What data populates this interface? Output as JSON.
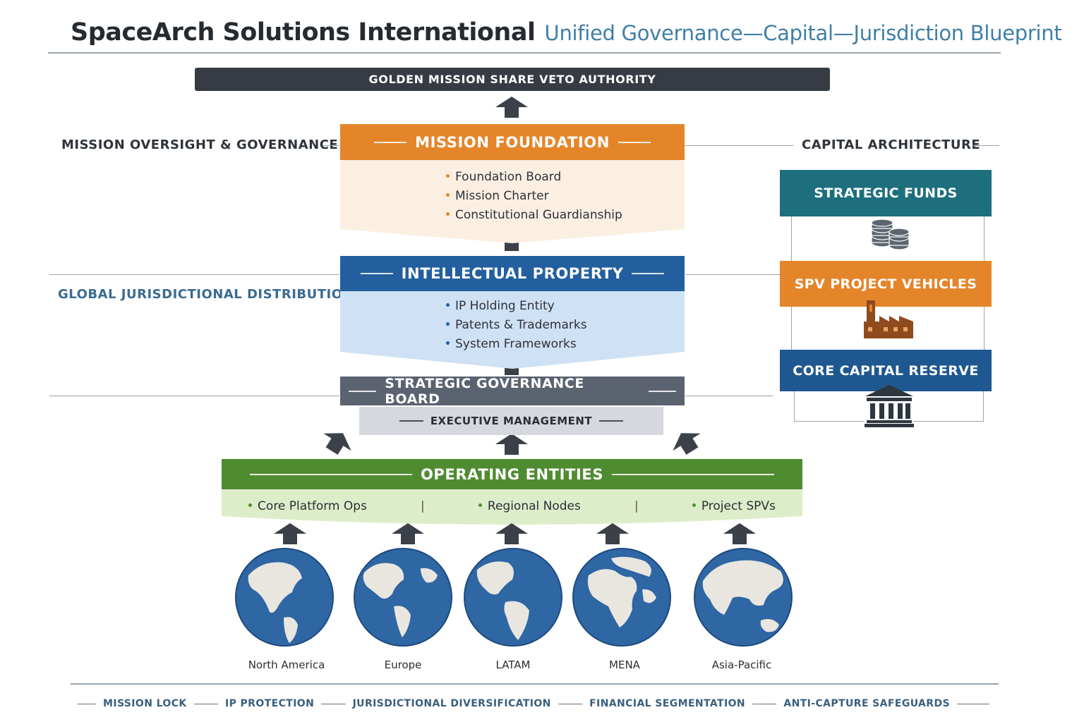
{
  "header": {
    "title": "SpaceArch Solutions International",
    "subtitle": "Unified Governance—Capital—Jurisdiction Blueprint"
  },
  "golden_share": {
    "label": "GOLDEN MISSION SHARE VETO AUTHORITY"
  },
  "side_labels": {
    "mission_oversight": "MISSION OVERSIGHT & GOVERNANCE",
    "global_distribution": "GLOBAL JURISDICTIONAL DISTRIBUTION",
    "capital_architecture": "CAPITAL ARCHITECTURE"
  },
  "mission_foundation": {
    "title": "MISSION FOUNDATION",
    "items": [
      "Foundation Board",
      "Mission Charter",
      "Constitutional Guardianship"
    ]
  },
  "intellectual_property": {
    "title": "INTELLECTUAL PROPERTY",
    "items": [
      "IP Holding Entity",
      "Patents & Trademarks",
      "System Frameworks"
    ]
  },
  "governance_board": {
    "title": "STRATEGIC GOVERNANCE BOARD"
  },
  "executive_management": {
    "title": "EXECUTIVE MANAGEMENT"
  },
  "operating_entities": {
    "title": "OPERATING ENTITIES",
    "items": [
      "Core Platform Ops",
      "Regional Nodes",
      "Project SPVs"
    ],
    "separator": "|"
  },
  "capital": {
    "strategic_funds": "STRATEGIC FUNDS",
    "spv_vehicles": "SPV PROJECT VEHICLES",
    "core_reserve": "CORE CAPITAL RESERVE"
  },
  "icons": {
    "funds": "coin-stacks-icon",
    "spv": "factory-icon",
    "reserve": "bank-building-icon",
    "arrow": "up-arrow-icon",
    "globe": "globe-icon"
  },
  "regions": [
    "North America",
    "Europe",
    "LATAM",
    "MENA",
    "Asia-Pacific"
  ],
  "footer": {
    "items": [
      "MISSION LOCK",
      "IP PROTECTION",
      "JURISDICTIONAL DIVERSIFICATION",
      "FINANCIAL SEGMENTATION",
      "ANTI-CAPTURE SAFEGUARDS"
    ]
  },
  "colors": {
    "dark_slate": "#373c44",
    "mission_orange": "#e5852a",
    "mission_body": "#fbefe2",
    "ip_blue": "#235f9e",
    "ip_body": "#cfe1f4",
    "board_gray": "#5b6270",
    "exec_gray": "#d5d9de",
    "ops_green": "#4f8c31",
    "ops_body": "#ddedc9",
    "funds_teal": "#1d6f7e",
    "spv_orange": "#e5852a",
    "reserve_blue": "#1f5890",
    "globe_blue": "#2f66a4",
    "land": "#e8e6df",
    "footer_text": "#3a5f7d",
    "subtitle_blue": "#3f7fa7"
  }
}
